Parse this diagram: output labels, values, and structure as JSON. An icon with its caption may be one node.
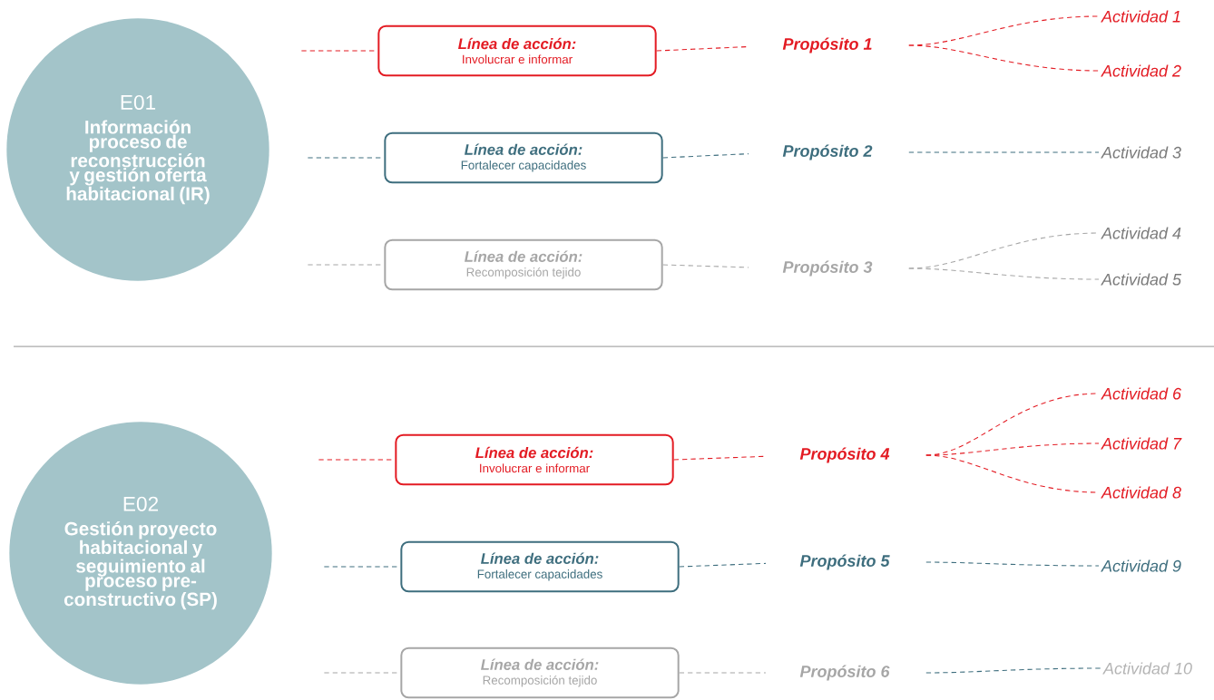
{
  "diagram": {
    "nodes": [
      {
        "text": [
          "E01",
          "Información proceso de reconstrucción y gestión oferta habitacional (IR)"
        ]
      },
      {
        "text": [
          "Línea de acción:",
          "Involucrar e informar"
        ]
      },
      {
        "text": [
          "Línea de acción:",
          "Fortalecer capacidades"
        ]
      },
      {
        "text": [
          "Línea de acción:",
          "Recomposición tejido"
        ]
      },
      {
        "text": [
          "Propósito 1"
        ]
      },
      {
        "text": [
          "Propósito 2"
        ]
      },
      {
        "text": [
          "Propósito 3"
        ]
      },
      {
        "text": [
          "Actividad 1"
        ]
      },
      {
        "text": [
          "Actividad 2"
        ]
      },
      {
        "text": [
          "Actividad 3"
        ]
      },
      {
        "text": [
          "Actividad 4"
        ]
      },
      {
        "text": [
          "Actividad 5"
        ]
      },
      {
        "text": [
          "E02",
          "Gestión proyecto habitacional y seguimiento al proceso pre-constructivo (SP)"
        ]
      },
      {
        "text": [
          "Línea de acción:",
          "Involucrar e informar"
        ]
      },
      {
        "text": [
          "Línea de acción:",
          "Fortalecer capacidades"
        ]
      },
      {
        "text": [
          "Línea de acción:",
          "Recomposición tejido"
        ]
      },
      {
        "text": [
          "Propósito 4"
        ]
      },
      {
        "text": [
          "Propósito 5"
        ]
      },
      {
        "text": [
          "Propósito 6"
        ]
      },
      {
        "text": [
          "Actividad 6"
        ]
      },
      {
        "text": [
          "Actividad 7"
        ]
      },
      {
        "text": [
          "Actividad 8"
        ]
      },
      {
        "text": [
          "Actividad 9"
        ]
      },
      {
        "text": [
          "Actividad 10"
        ]
      }
    ],
    "edges": [
      {
        "from": null,
        "to": 1,
        "arrow": "none",
        "style": "dashed",
        "color": "#e31b23"
      },
      {
        "from": null,
        "to": 2,
        "arrow": "none",
        "style": "dashed",
        "color": "#3e6e7e"
      },
      {
        "from": null,
        "to": 3,
        "arrow": "none",
        "style": "dashed",
        "color": "#a6a6a6"
      },
      {
        "from": 1,
        "to": 4,
        "arrow": "none",
        "style": "dashed",
        "color": "#e31b23"
      },
      {
        "from": 2,
        "to": 5,
        "arrow": "none",
        "style": "dashed",
        "color": "#3e6e7e"
      },
      {
        "from": 3,
        "to": 6,
        "arrow": "none",
        "style": "dashed",
        "color": "#a6a6a6"
      },
      {
        "from": 4,
        "to": 7,
        "arrow": "none",
        "style": "dashed",
        "color": "#e31b23"
      },
      {
        "from": 4,
        "to": 8,
        "arrow": "none",
        "style": "dashed",
        "color": "#e31b23"
      },
      {
        "from": 5,
        "to": 9,
        "arrow": "none",
        "style": "dashed",
        "color": "#3e6e7e"
      },
      {
        "from": 6,
        "to": 10,
        "arrow": "none",
        "style": "dashed",
        "color": "#a6a6a6"
      },
      {
        "from": 6,
        "to": 11,
        "arrow": "none",
        "style": "dashed",
        "color": "#a6a6a6"
      },
      {
        "from": null,
        "to": 13,
        "arrow": "none",
        "style": "dashed",
        "color": "#e31b23"
      },
      {
        "from": null,
        "to": 14,
        "arrow": "none",
        "style": "dashed",
        "color": "#3e6e7e"
      },
      {
        "from": null,
        "to": 15,
        "arrow": "none",
        "style": "dashed",
        "color": "#a6a6a6"
      },
      {
        "from": 13,
        "to": 16,
        "arrow": "none",
        "style": "dashed",
        "color": "#e31b23"
      },
      {
        "from": 14,
        "to": 17,
        "arrow": "none",
        "style": "dashed",
        "color": "#3e6e7e"
      },
      {
        "from": 15,
        "to": 18,
        "arrow": "none",
        "style": "dashed",
        "color": "#a6a6a6"
      },
      {
        "from": 16,
        "to": 19,
        "arrow": "none",
        "style": "dashed",
        "color": "#e31b23"
      },
      {
        "from": 16,
        "to": 20,
        "arrow": "none",
        "style": "dashed",
        "color": "#e31b23"
      },
      {
        "from": 16,
        "to": 21,
        "arrow": "none",
        "style": "dashed",
        "color": "#e31b23"
      },
      {
        "from": 17,
        "to": 22,
        "arrow": "none",
        "style": "dashed",
        "color": "#3e6e7e"
      },
      {
        "from": 18,
        "to": 23,
        "arrow": "none",
        "style": "dashed",
        "color": "#3e6e7e"
      }
    ]
  }
}
